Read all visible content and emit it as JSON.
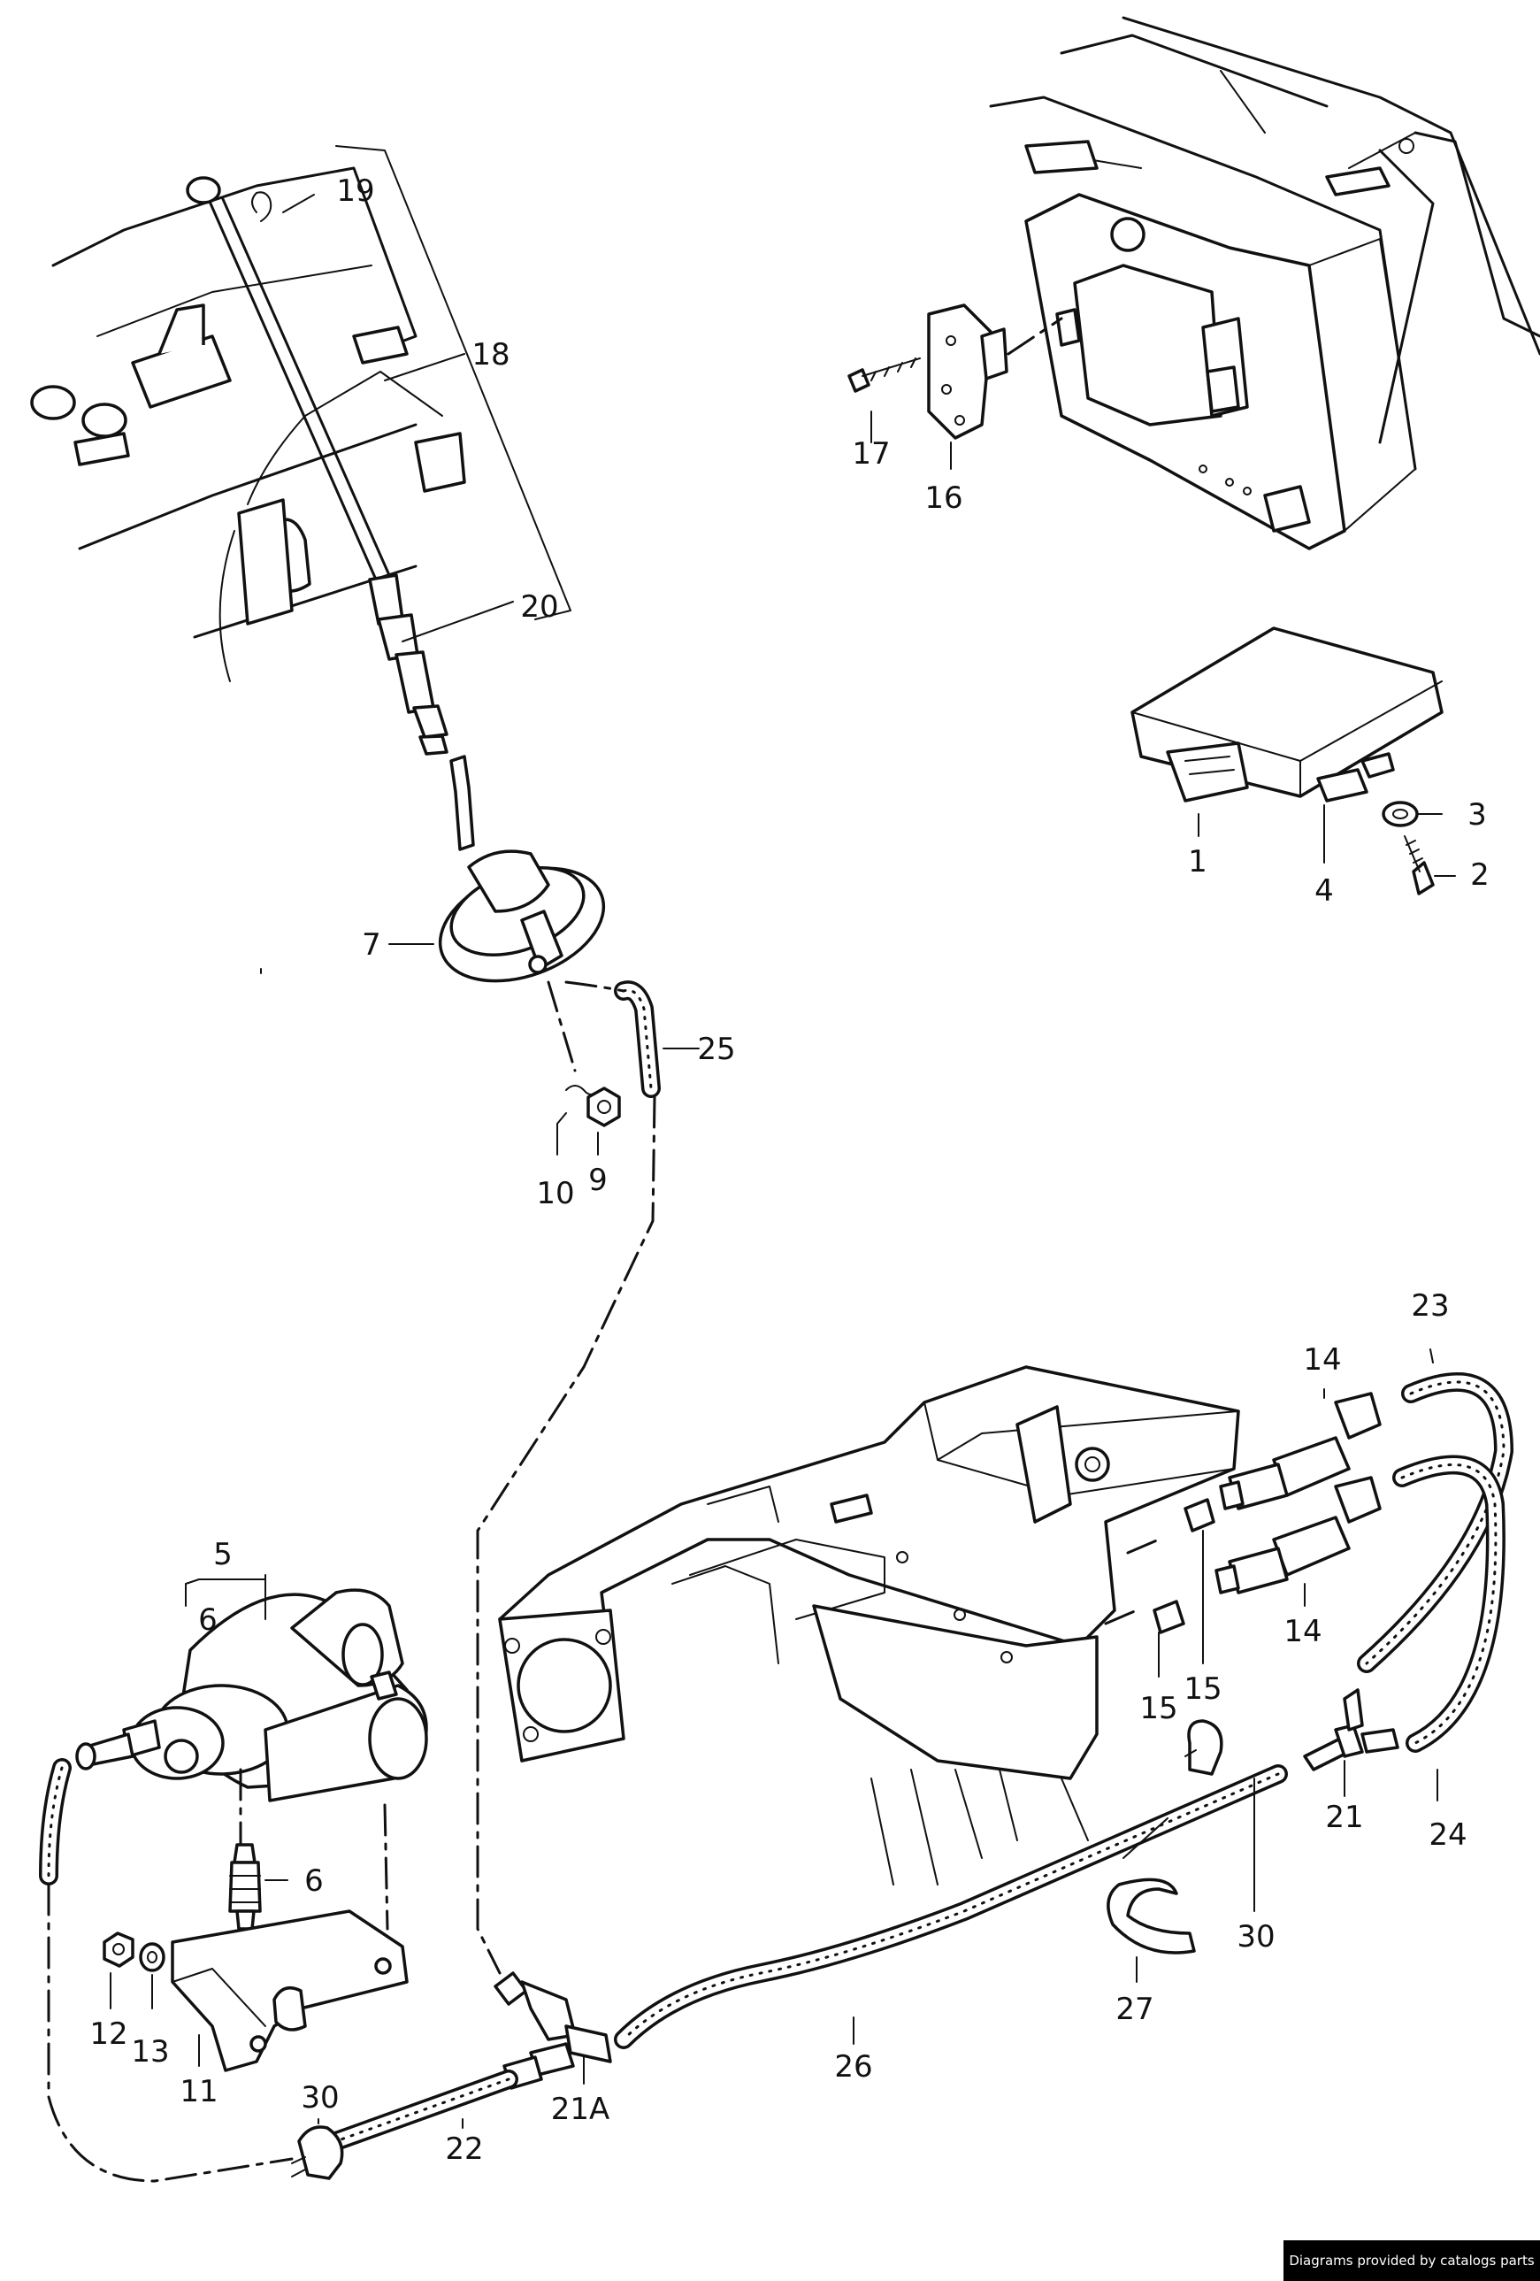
{
  "callouts": {
    "c1": "1",
    "c2": "2",
    "c3": "3",
    "c4": "4",
    "c5": "5",
    "c6a": "6",
    "c6b": "6",
    "c7": "7",
    "c9": "9",
    "c10": "10",
    "c11": "11",
    "c12": "12",
    "c13": "13",
    "c14a": "14",
    "c14b": "14",
    "c15a": "15",
    "c15b": "15",
    "c16": "16",
    "c17": "17",
    "c18": "18",
    "c19": "19",
    "c20": "20",
    "c21": "21",
    "c21a": "21A",
    "c22": "22",
    "c23": "23",
    "c24": "24",
    "c25": "25",
    "c26": "26",
    "c27": "27",
    "c30a": "30",
    "c30b": "30"
  },
  "footer": {
    "credit": "Diagrams provided by catalogs parts"
  }
}
